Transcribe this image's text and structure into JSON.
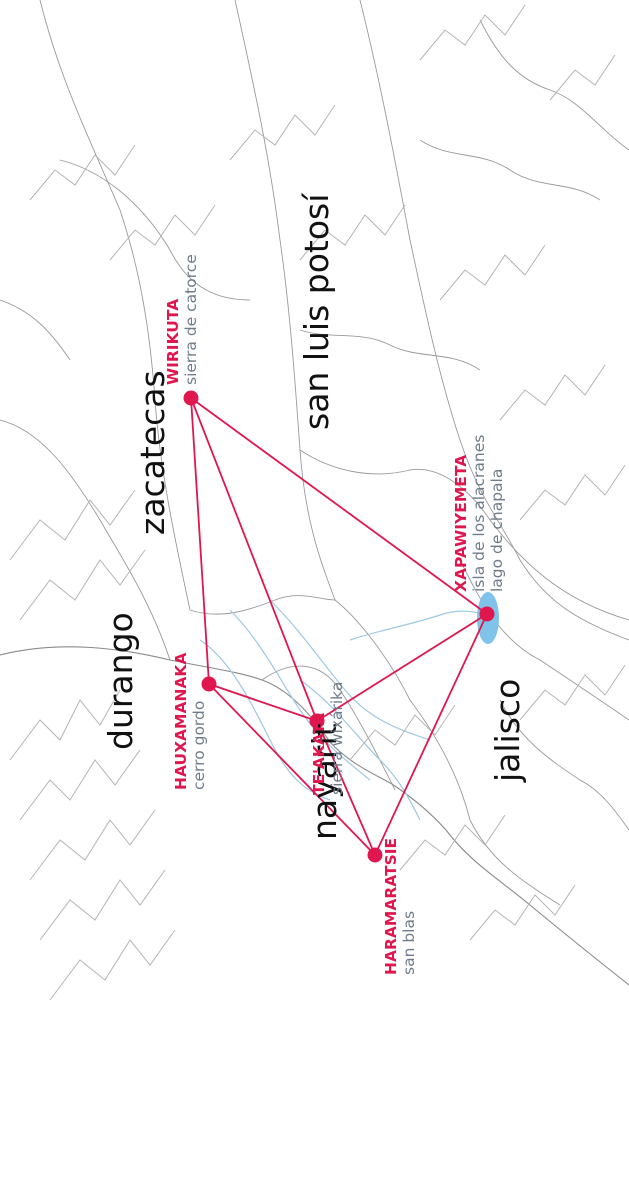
{
  "colors": {
    "accent": "#e0174f",
    "subtitle": "#6f7b8a",
    "lake": "#7fc3ea",
    "text": "#111111"
  },
  "states": {
    "durango": "durango",
    "zacatecas": "zacatecas",
    "san_luis_potosi": "san luis potosí",
    "nayarit": "nayarit",
    "jalisco": "jalisco"
  },
  "sites": {
    "wirikuta": {
      "name": "WIRIKUTA",
      "sub": "sierra de catorce"
    },
    "hauxamanaka": {
      "name": "HAUXAMANAKA",
      "sub": "cerro gordo"
    },
    "teakata": {
      "name": "TE'AKATA",
      "sub": "sierra wixárika"
    },
    "haramaratsie": {
      "name": "HARAMARATSIE",
      "sub": "san blas"
    },
    "xapawiyemeta": {
      "name": "XAPAWIYEMETA",
      "sub": "isla de los alacranes",
      "sub2": "lago de chapala"
    }
  }
}
